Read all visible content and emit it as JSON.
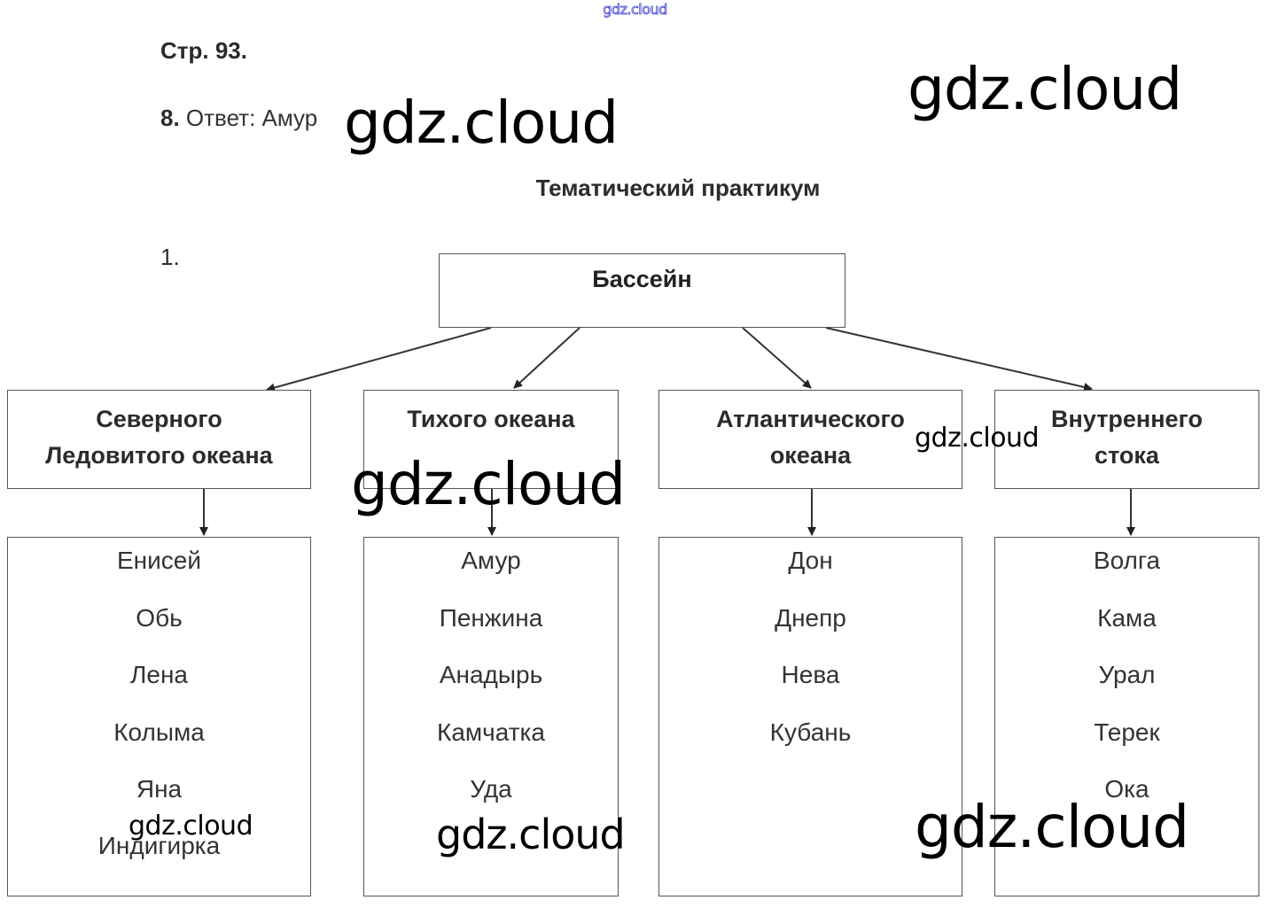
{
  "site_banner": "gdz.cloud",
  "page_ref": "Стр. 93.",
  "answer": {
    "number": "8.",
    "text": "Ответ: Амур"
  },
  "section_title": "Тематический практикум",
  "task_number": "1.",
  "diagram": {
    "root": "Бассейн",
    "categories": [
      {
        "title_line1": "Северного",
        "title_line2": "Ледовитого океана",
        "rivers": [
          "Енисей",
          "Обь",
          "Лена",
          "Колыма",
          "Яна",
          "Индигирка"
        ]
      },
      {
        "title_line1": "Тихого океана",
        "title_line2": "",
        "rivers": [
          "Амур",
          "Пенжина",
          "Анадырь",
          "Камчатка",
          "Уда"
        ]
      },
      {
        "title_line1": "Атлантического",
        "title_line2": "океана",
        "rivers": [
          "Дон",
          "Днепр",
          "Нева",
          "Кубань"
        ]
      },
      {
        "title_line1": "Внутреннего",
        "title_line2": "стока",
        "rivers": [
          "Волга",
          "Кама",
          "Урал",
          "Терек",
          "Ока"
        ]
      }
    ]
  },
  "watermarks": [
    "gdz.cloud",
    "gdz.cloud",
    "gdz.cloud",
    "gdz.cloud",
    "gdz.cloud",
    "gdz.cloud",
    "gdz.cloud"
  ]
}
